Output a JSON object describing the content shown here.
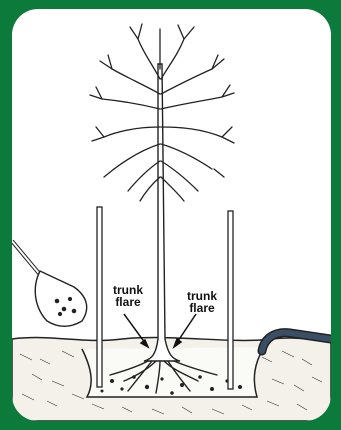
{
  "labels": {
    "left": [
      "trunk",
      "flare"
    ],
    "right": [
      "trunk",
      "flare"
    ]
  },
  "colors": {
    "border": "#0b7a3a",
    "panel": "#ffffff",
    "ink": "#111111",
    "hose": "#3a4f66"
  }
}
